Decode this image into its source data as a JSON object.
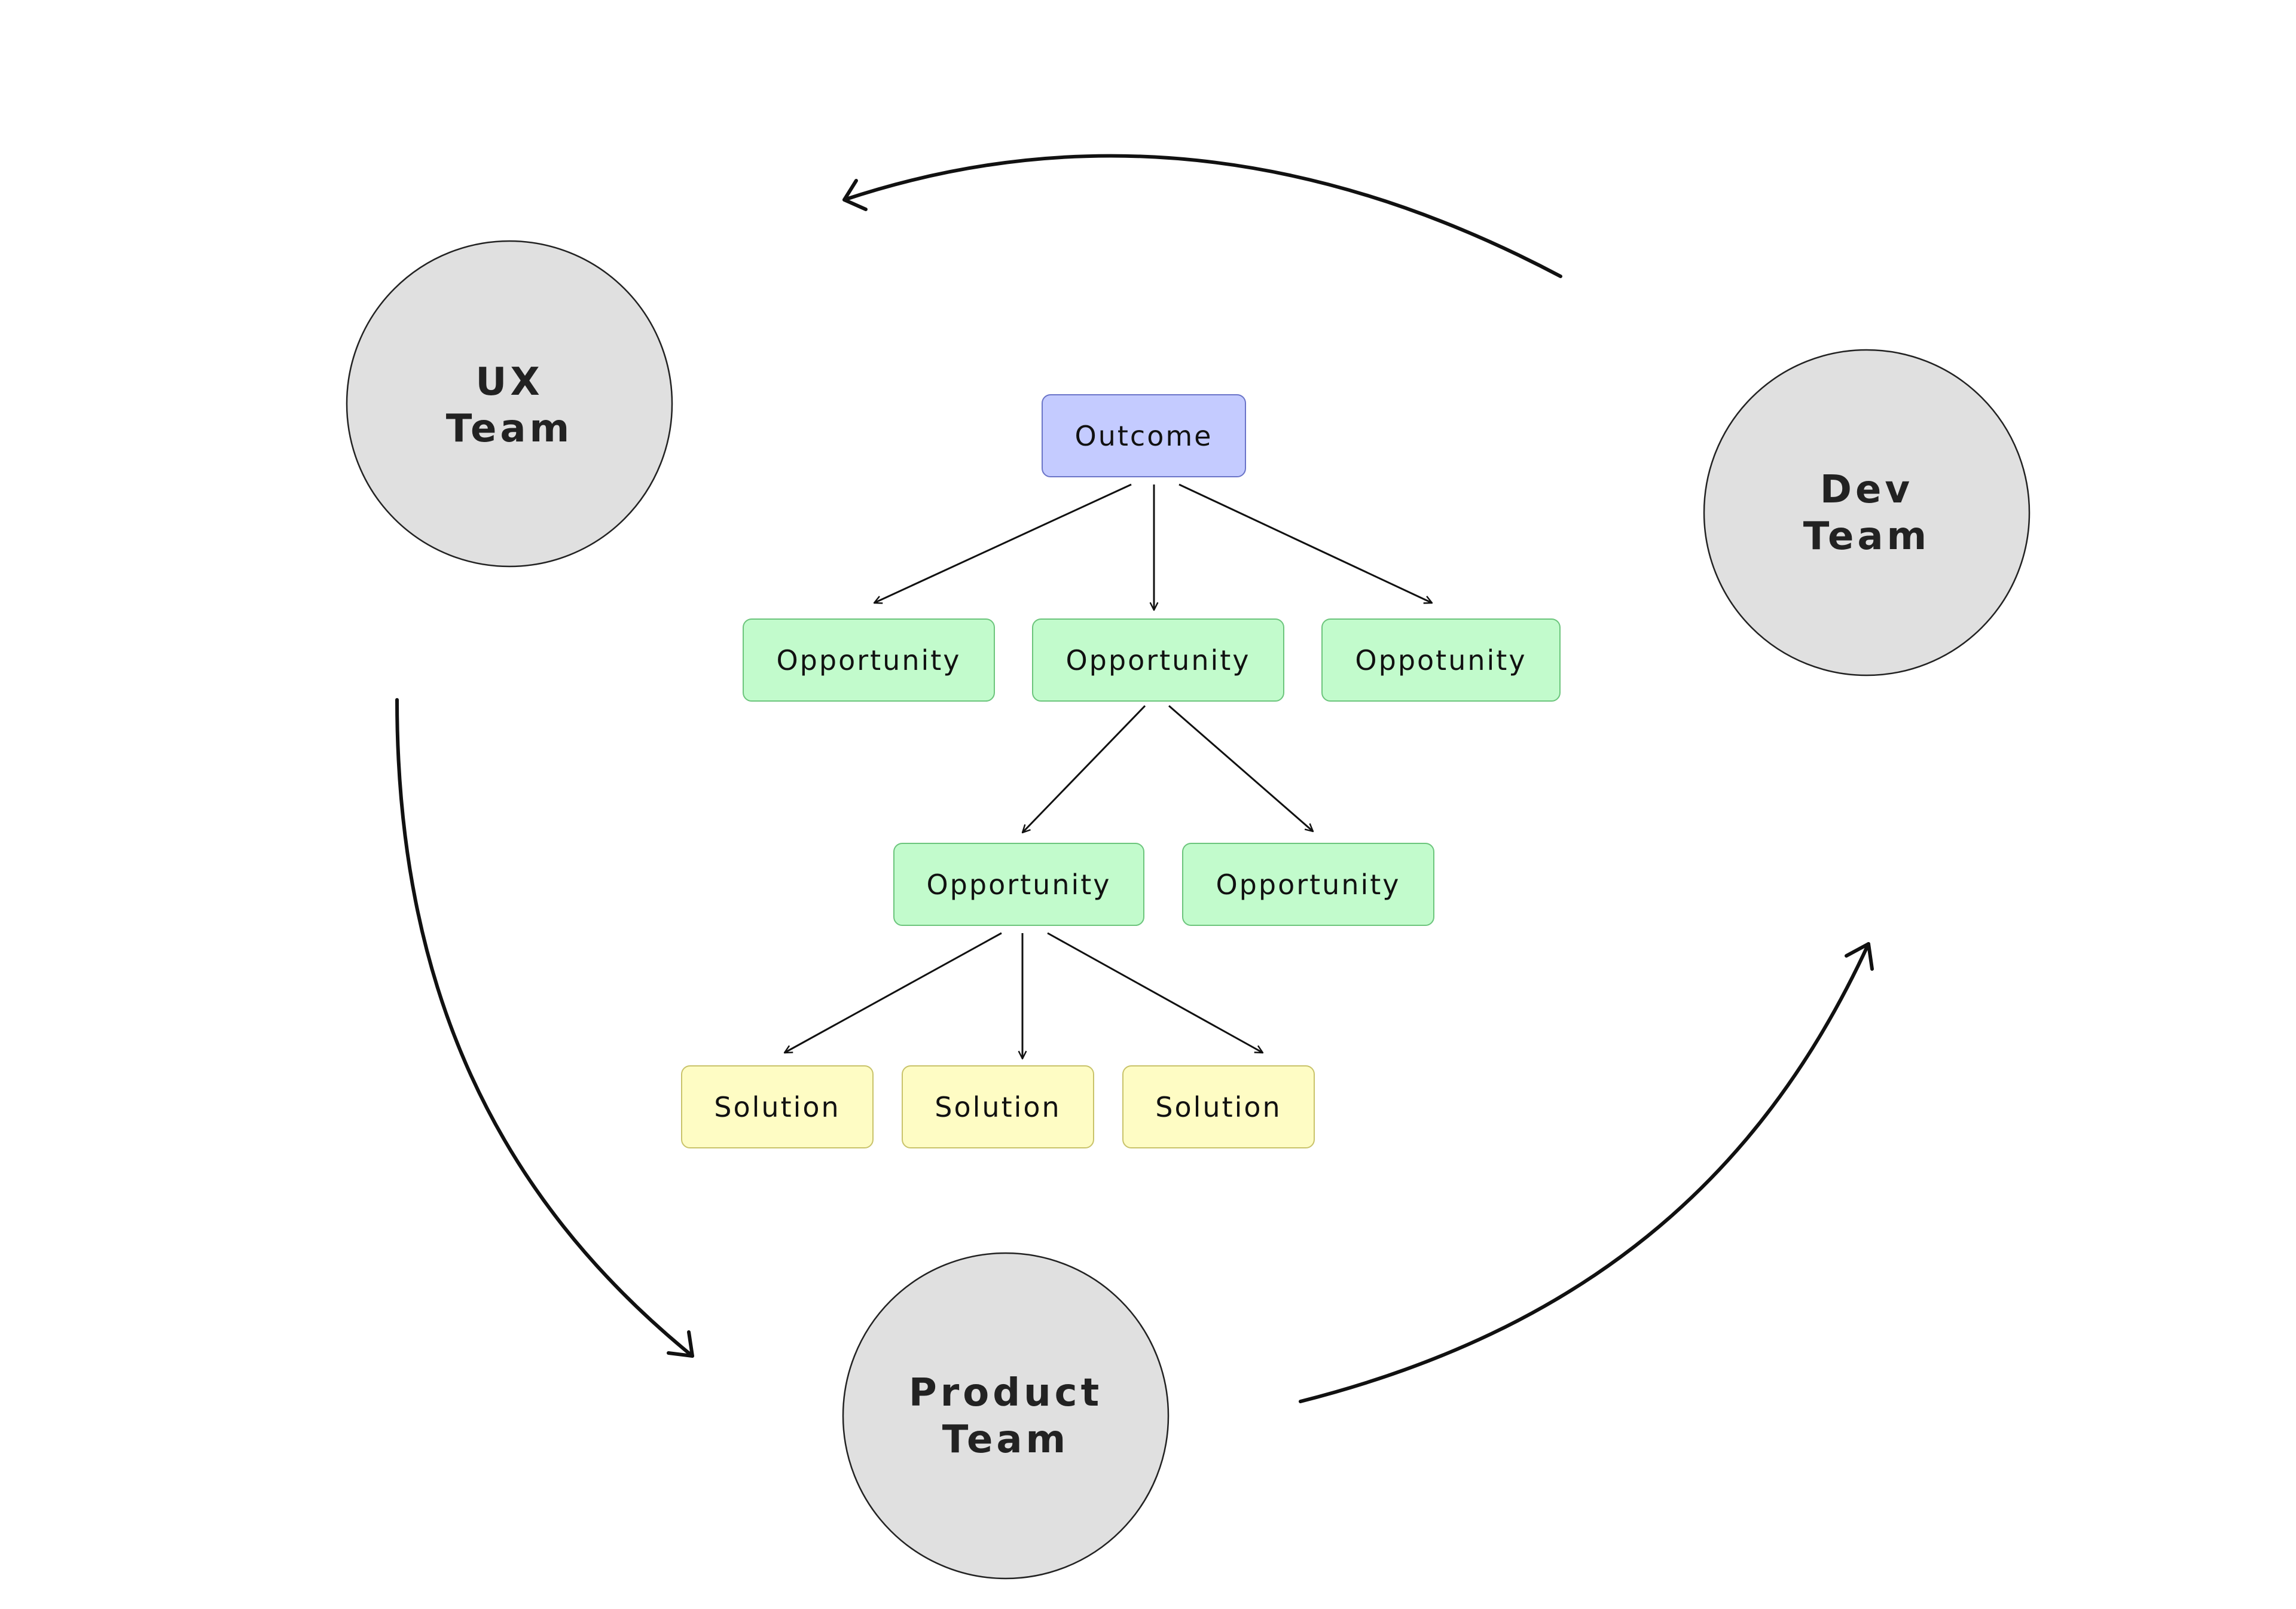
{
  "teams": {
    "ux": {
      "line1": "UX",
      "line2": "Team"
    },
    "dev": {
      "line1": "Dev",
      "line2": "Team"
    },
    "product": {
      "line1": "Product",
      "line2": "Team"
    }
  },
  "tree": {
    "outcome": "Outcome",
    "level1": [
      "Opportunity",
      "Opportunity",
      "Oppotunity"
    ],
    "level2": [
      "Opportunity",
      "Opportunity"
    ],
    "solutions": [
      "Solution",
      "Solution",
      "Solution"
    ]
  },
  "colors": {
    "outcome_fill": "#c4cbff",
    "outcome_stroke": "#6a74c8",
    "opportunity_fill": "#c2fbcc",
    "opportunity_stroke": "#6cc57c",
    "solution_fill": "#fefcc4",
    "solution_stroke": "#c9c36a",
    "team_fill": "#e0e0e0"
  }
}
